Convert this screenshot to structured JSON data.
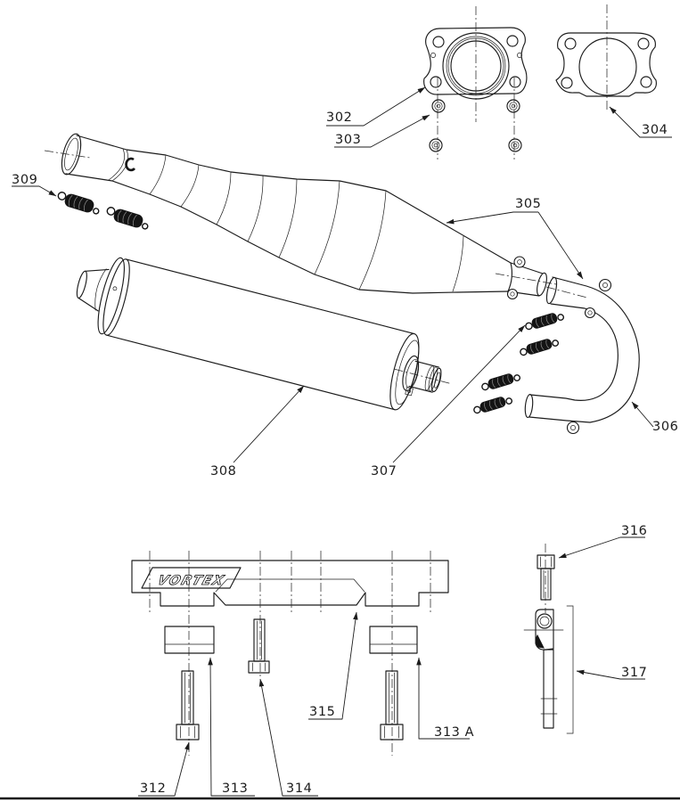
{
  "diagram": {
    "brand": "VORTEX",
    "labels": {
      "p302": "302",
      "p303": "303",
      "p304": "304",
      "p305": "305",
      "p306": "306",
      "p307": "307",
      "p308": "308",
      "p309": "309",
      "p312": "312",
      "p313": "313",
      "p313a": "313 A",
      "p314": "314",
      "p315": "315",
      "p316": "316",
      "p317": "317"
    }
  }
}
